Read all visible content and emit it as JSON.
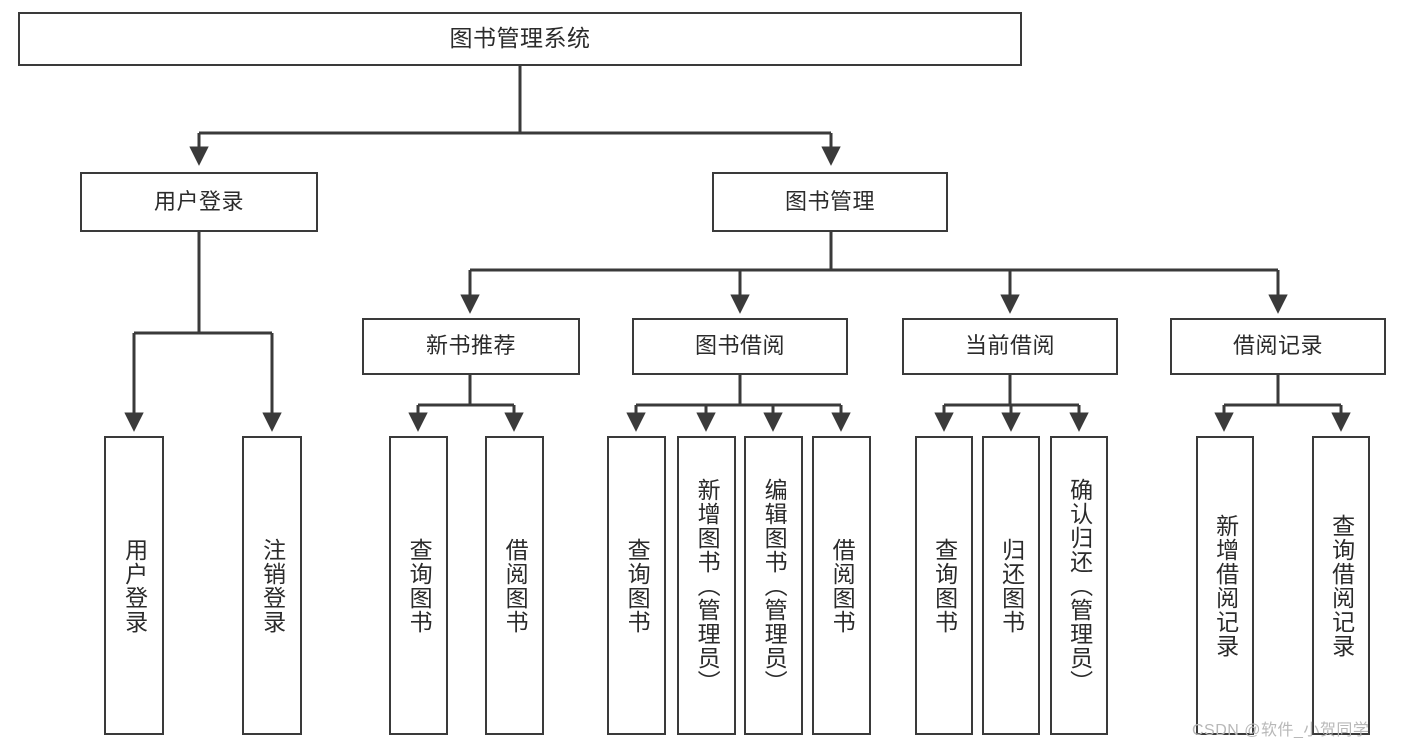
{
  "diagram": {
    "type": "tree-hierarchy",
    "title": "图书管理系统",
    "watermark": "CSDN @软件_小贺同学",
    "colors": {
      "stroke": "#3a3a3a",
      "text": "#2b2b2b",
      "background": "#ffffff",
      "watermark": "#b8b8b8"
    },
    "nodes": {
      "root": {
        "label": "图书管理系统"
      },
      "level2": [
        {
          "id": "user-login",
          "label": "用户登录"
        },
        {
          "id": "book-management",
          "label": "图书管理"
        }
      ],
      "level3": [
        {
          "id": "new-book-recommend",
          "label": "新书推荐"
        },
        {
          "id": "book-borrow",
          "label": "图书借阅"
        },
        {
          "id": "current-borrow",
          "label": "当前借阅"
        },
        {
          "id": "borrow-record",
          "label": "借阅记录"
        }
      ],
      "leaves": {
        "user-login": [
          {
            "id": "leaf-user-login",
            "label": "用户登录"
          },
          {
            "id": "leaf-logout",
            "label": "注销登录"
          }
        ],
        "new-book-recommend": [
          {
            "id": "leaf-query-book-1",
            "label": "查询图书"
          },
          {
            "id": "leaf-borrow-book-1",
            "label": "借阅图书"
          }
        ],
        "book-borrow": [
          {
            "id": "leaf-query-book-2",
            "label": "查询图书"
          },
          {
            "id": "leaf-add-book",
            "label": "新增图书（管理员）"
          },
          {
            "id": "leaf-edit-book",
            "label": "编辑图书（管理员）"
          },
          {
            "id": "leaf-borrow-book-2",
            "label": "借阅图书"
          }
        ],
        "current-borrow": [
          {
            "id": "leaf-query-book-3",
            "label": "查询图书"
          },
          {
            "id": "leaf-return-book",
            "label": "归还图书"
          },
          {
            "id": "leaf-confirm-return",
            "label": "确认归还（管理员）"
          }
        ],
        "borrow-record": [
          {
            "id": "leaf-add-record",
            "label": "新增借阅记录"
          },
          {
            "id": "leaf-query-record",
            "label": "查询借阅记录"
          }
        ]
      }
    }
  }
}
